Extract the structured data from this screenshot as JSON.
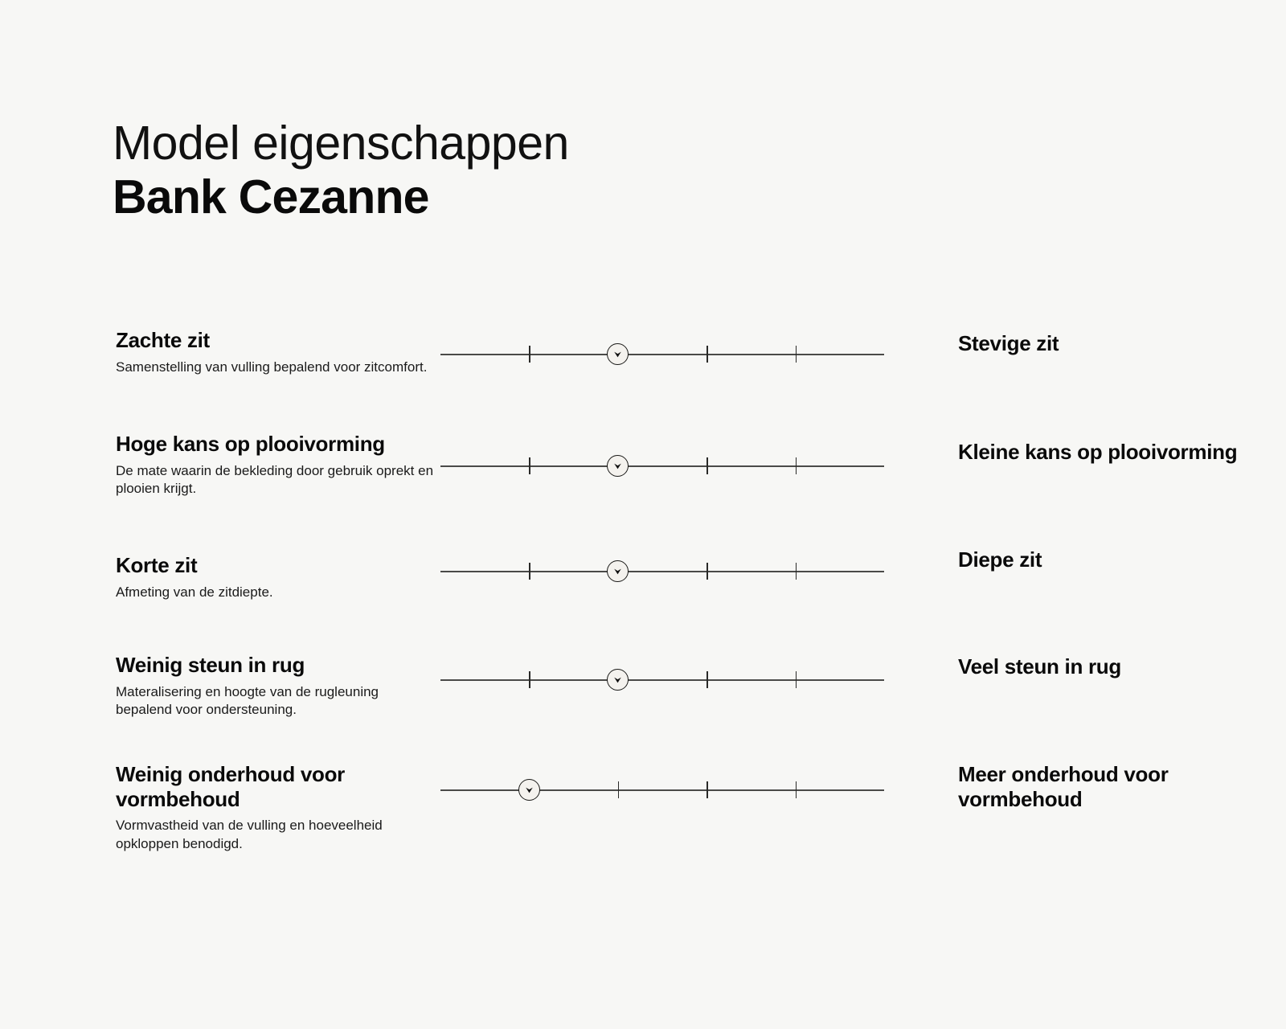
{
  "background_color": "#f7f7f5",
  "accent_color": "#111111",
  "header": {
    "title_line1": "Model eigenschappen",
    "title_line2": "Bank Cezanne"
  },
  "chart_data": {
    "type": "scatter",
    "title": "Model eigenschappen Bank Cezanne",
    "subtitle": "Bank Cezanne",
    "xlabel": "",
    "ylabel": "",
    "xlim": [
      0,
      100
    ],
    "grid": false,
    "legend": "none",
    "axis_ticks_percent": [
      20,
      40,
      60,
      80
    ],
    "marker_icon": "chevron-down-icon",
    "categories": [
      "Zachte zit — Stevige zit",
      "Hoge kans op plooivorming — Kleine kans op plooivorming",
      "Korte zit — Diepe zit",
      "Weinig steun in rug — Veel steun in rug",
      "Weinig onderhoud voor vormbehoud — Meer onderhoud voor vormbehoud"
    ],
    "values": [
      40,
      40,
      40,
      40,
      20
    ]
  },
  "rows": [
    {
      "left_label": "Zachte zit",
      "description": "Samenstelling van vulling bepalend voor zitcomfort.",
      "right_label": "Stevige zit",
      "value": 40
    },
    {
      "left_label": "Hoge kans op plooivorming",
      "description": "De mate waarin de bekleding door gebruik oprekt en plooien krijgt.",
      "right_label": "Kleine kans op plooivorming",
      "value": 40
    },
    {
      "left_label": "Korte zit",
      "description": "Afmeting van de zitdiepte.",
      "right_label": "Diepe zit",
      "value": 40
    },
    {
      "left_label": "Weinig steun in rug",
      "description": "Materalisering en hoogte van de rugleuning bepalend voor ondersteuning.",
      "right_label": "Veel steun in rug",
      "value": 40
    },
    {
      "left_label": "Weinig onderhoud voor vormbehoud",
      "description": "Vormvastheid van de vulling en hoeveelheid opkloppen benodigd.",
      "right_label": "Meer onderhoud voor vormbehoud",
      "value": 20
    }
  ]
}
